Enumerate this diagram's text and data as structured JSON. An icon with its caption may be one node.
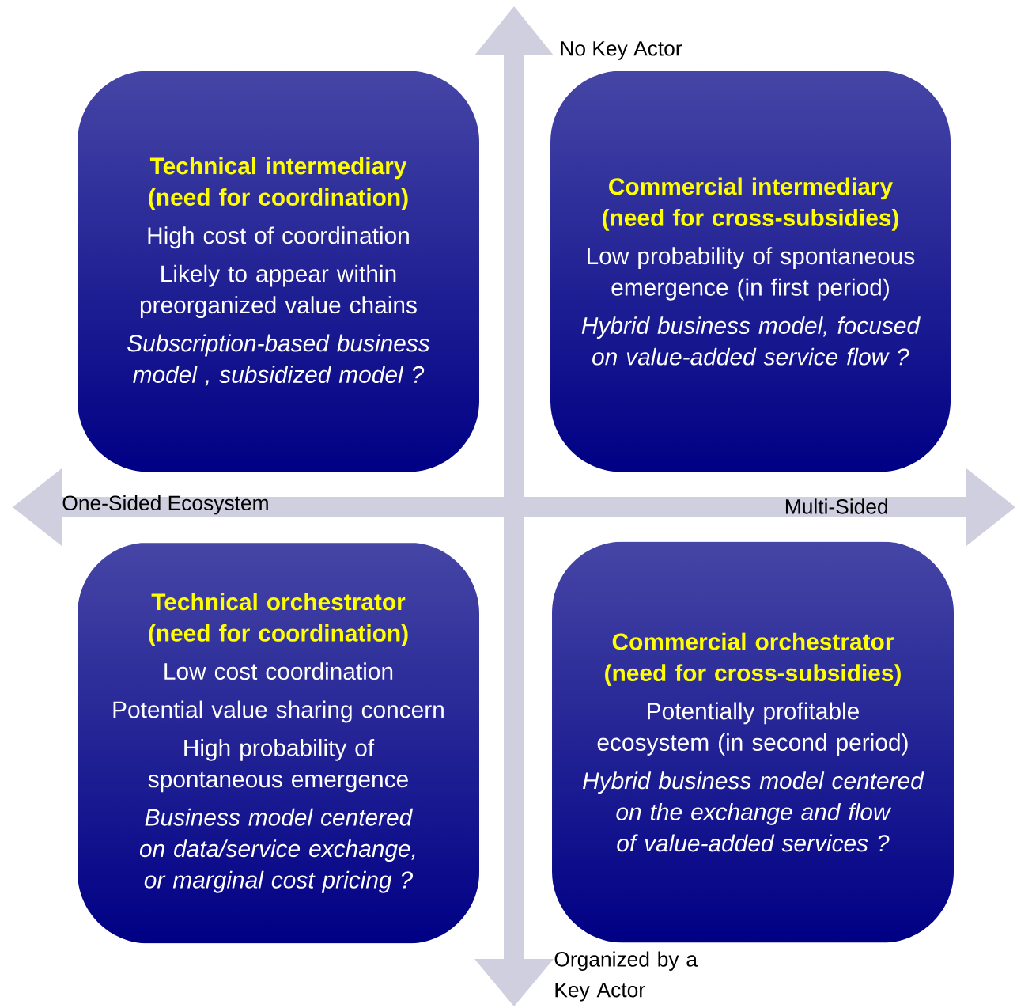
{
  "diagram": {
    "nodes": [
      {
        "text": [
          "Technical intermediary (need for coordination)",
          "High cost of coordination",
          "Likely to appear within preorganized value chains",
          "Subscription-based business model , subsidized model ?"
        ]
      },
      {
        "text": [
          "Commercial intermediary (need for cross-subsidies)",
          "Low probability of spontaneous emergence (in first period)",
          "Hybrid business model, focused on value-added service flow ?"
        ]
      },
      {
        "text": [
          "Technical orchestrator (need for coordination)",
          "Low cost coordination",
          "Potential value sharing concern",
          "High probability of spontaneous emergence",
          "Business model centered on data/service exchange, or marginal cost pricing ?"
        ]
      },
      {
        "text": [
          "Commercial orchestrator (need for cross-subsidies)",
          "Potentially profitable ecosystem (in second period)",
          "Hybrid business model centered on the exchange and flow of value-added services ?"
        ]
      }
    ],
    "labels": [
      "No Key Actor",
      "One-Sided Ecosystem",
      "Multi-Sided",
      "Organized by a Key Actor"
    ]
  }
}
